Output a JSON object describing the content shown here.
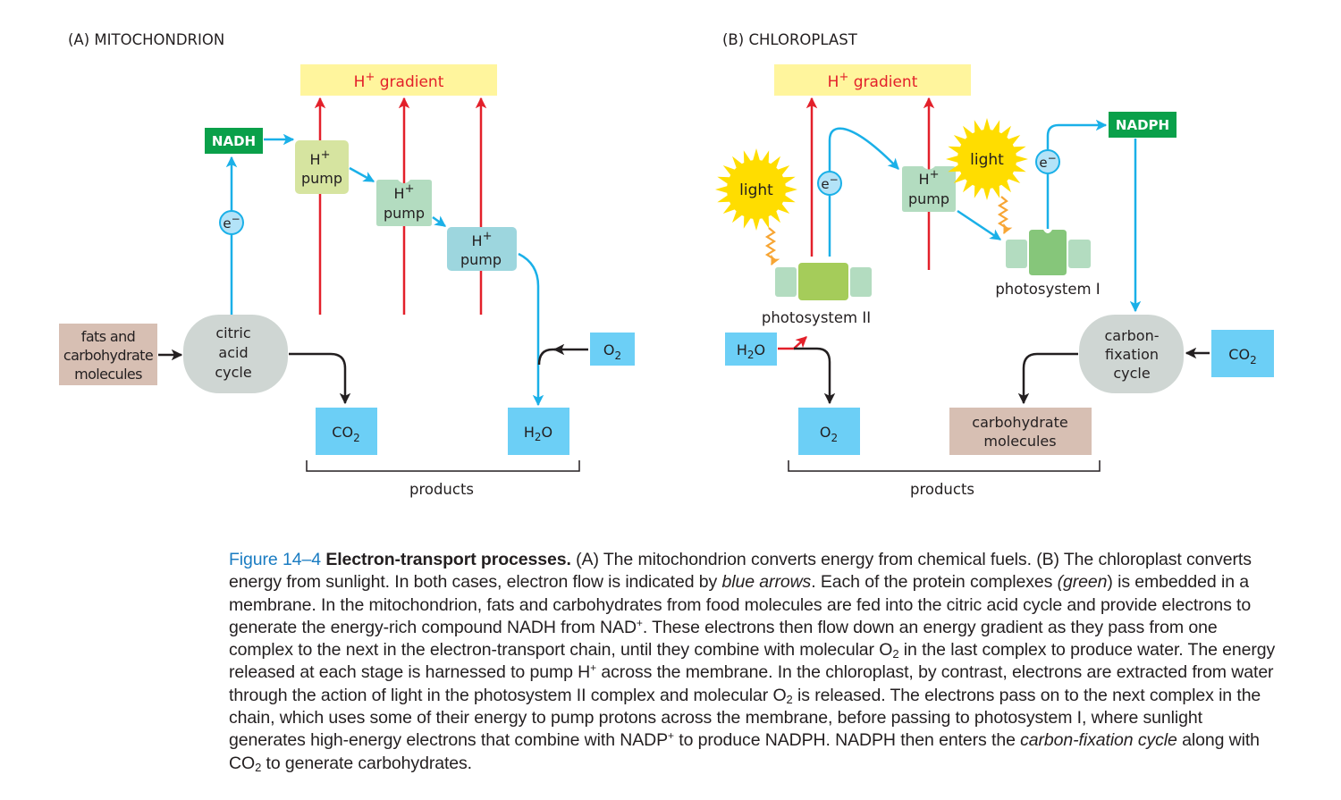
{
  "panelA": {
    "title": "(A)   MITOCHONDRION",
    "gradient": {
      "base": "H",
      "sup": "+",
      "rest": " gradient"
    },
    "nadh": "NADH",
    "electron": {
      "base": "e",
      "sup": "−"
    },
    "pumps": [
      {
        "line1": "H",
        "sup": "+",
        "line2": "pump"
      },
      {
        "line1": "H",
        "sup": "+",
        "line2": "pump"
      },
      {
        "line1": "H",
        "sup": "+",
        "line2": "pump"
      }
    ],
    "fuel": [
      "fats and",
      "carbohydrate",
      "molecules"
    ],
    "cycle": [
      "citric",
      "acid",
      "cycle"
    ],
    "oxygen": {
      "base": "O",
      "sub": "2"
    },
    "co2": {
      "base": "CO",
      "sub": "2"
    },
    "water": {
      "base": "H",
      "sub": "2",
      "rest": "O"
    },
    "products": "products"
  },
  "panelB": {
    "title": "(B)   CHLOROPLAST",
    "gradient": {
      "base": "H",
      "sup": "+",
      "rest": " gradient"
    },
    "light1": "light",
    "light2": "light",
    "electron1": {
      "base": "e",
      "sup": "−"
    },
    "electron2": {
      "base": "e",
      "sup": "−"
    },
    "pump": {
      "line1": "H",
      "sup": "+",
      "line2": "pump"
    },
    "ps2": "photosystem II",
    "ps1": "photosystem I",
    "nadph": "NADPH",
    "water": {
      "base": "H",
      "sub": "2",
      "rest": "O"
    },
    "oxygen": {
      "base": "O",
      "sub": "2"
    },
    "cycle": [
      "carbon-",
      "fixation",
      "cycle"
    ],
    "co2": {
      "base": "CO",
      "sub": "2"
    },
    "carbs": [
      "carbohydrate",
      "molecules"
    ],
    "products": "products"
  },
  "caption": {
    "fignum": "Figure 14–4",
    "figtitle": "Electron-transport processes.",
    "seg1": " (A) The mitochondrion converts energy from chemical fuels. (B) The chloroplast converts energy from sunlight. In both cases, electron flow is indicated by ",
    "it1": "blue arrows",
    "seg2": ". Each of the protein complexes ",
    "it2": "(green",
    "seg3": ") is embedded in a membrane. In the mitochondrion, fats and carbohydrates from food molecules are fed into the citric acid cycle and provide electrons to generate the energy-rich compound NADH from NAD",
    "sup1": "+",
    "seg4": ". These electrons then flow down an energy gradient as they pass from one complex to the next in the electron-transport chain, until they combine with molecular O",
    "sub1": "2",
    "seg5": " in the last complex to produce water. The energy released at each stage is harnessed to pump H",
    "sup2": "+",
    "seg6": " across the membrane. In the chloroplast, by contrast, electrons are extracted from water through the action of light in the photosystem II complex and molecular O",
    "sub2": "2",
    "seg7": " is released. The electrons pass on to the next complex in the chain, which uses some of their energy to pump protons across the membrane, before passing to photosystem I, where sunlight generates high-energy electrons that combine with NADP",
    "sup3": "+",
    "seg8": " to produce NADPH. NADPH then enters the ",
    "it3": "carbon-fixation cycle",
    "seg9": " along with CO",
    "sub3": "2",
    "seg10": " to generate carbohydrates."
  },
  "colors": {
    "electron_arrow": "#1ab0e8",
    "proton_arrow": "#e3202a",
    "gradient_box": "#fff59d",
    "nadh_box": "#0aa04a",
    "molecule_box": "#6ccff6",
    "fuel_box": "#d7bfb3",
    "cycle_blob": "#cfd6d3",
    "pump1": "#d6e4a0",
    "pump2": "#b3dcc0",
    "pump3": "#9dd6de",
    "ps_core2": "#a5cc5a",
    "ps_core1": "#86c67a",
    "ps_side": "#b3dcc0",
    "sun": "#ffdd00",
    "photon": "#f7a534"
  }
}
